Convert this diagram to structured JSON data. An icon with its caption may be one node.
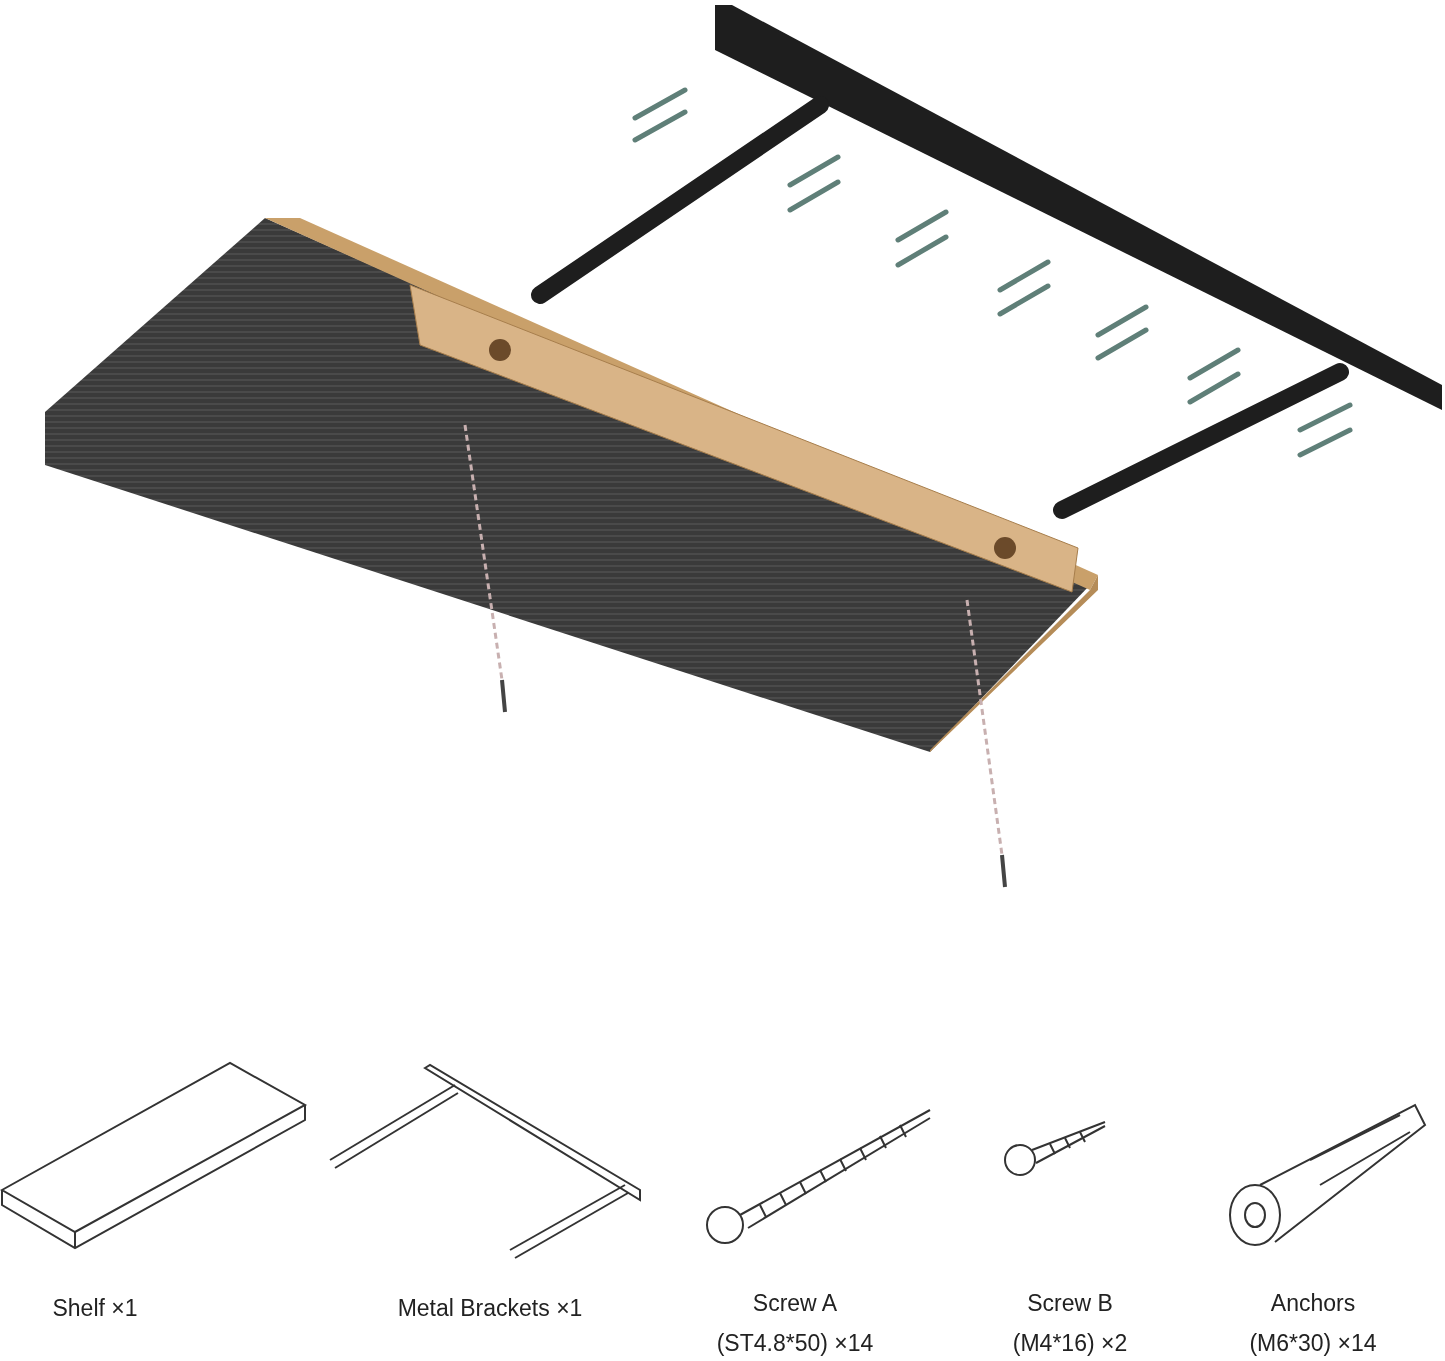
{
  "diagram": {
    "labels": [
      "Shelf ×1",
      "Metal Brackets ×1",
      "Screw A",
      "(ST4.8*50) ×14",
      "Screw B",
      "(M4*16) ×2",
      "Anchors",
      "(M6*30) ×14"
    ]
  }
}
